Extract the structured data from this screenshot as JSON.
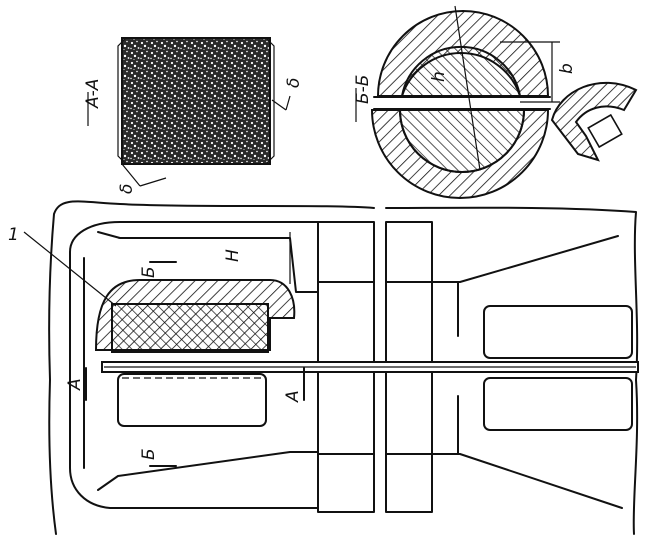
{
  "labels": {
    "section_aa": "А-А",
    "section_bb": "Б-Б",
    "item_1": "1",
    "dim_h_main": "H",
    "dim_h_sec": "h",
    "dim_b": "b",
    "cut_a_left": "А",
    "cut_a_right": "А",
    "cut_b_top": "Б",
    "cut_b_bottom": "Б",
    "angle_1": "δ",
    "angle_2": "δ"
  },
  "colors": {
    "ink": "#111111",
    "paper": "#ffffff"
  }
}
